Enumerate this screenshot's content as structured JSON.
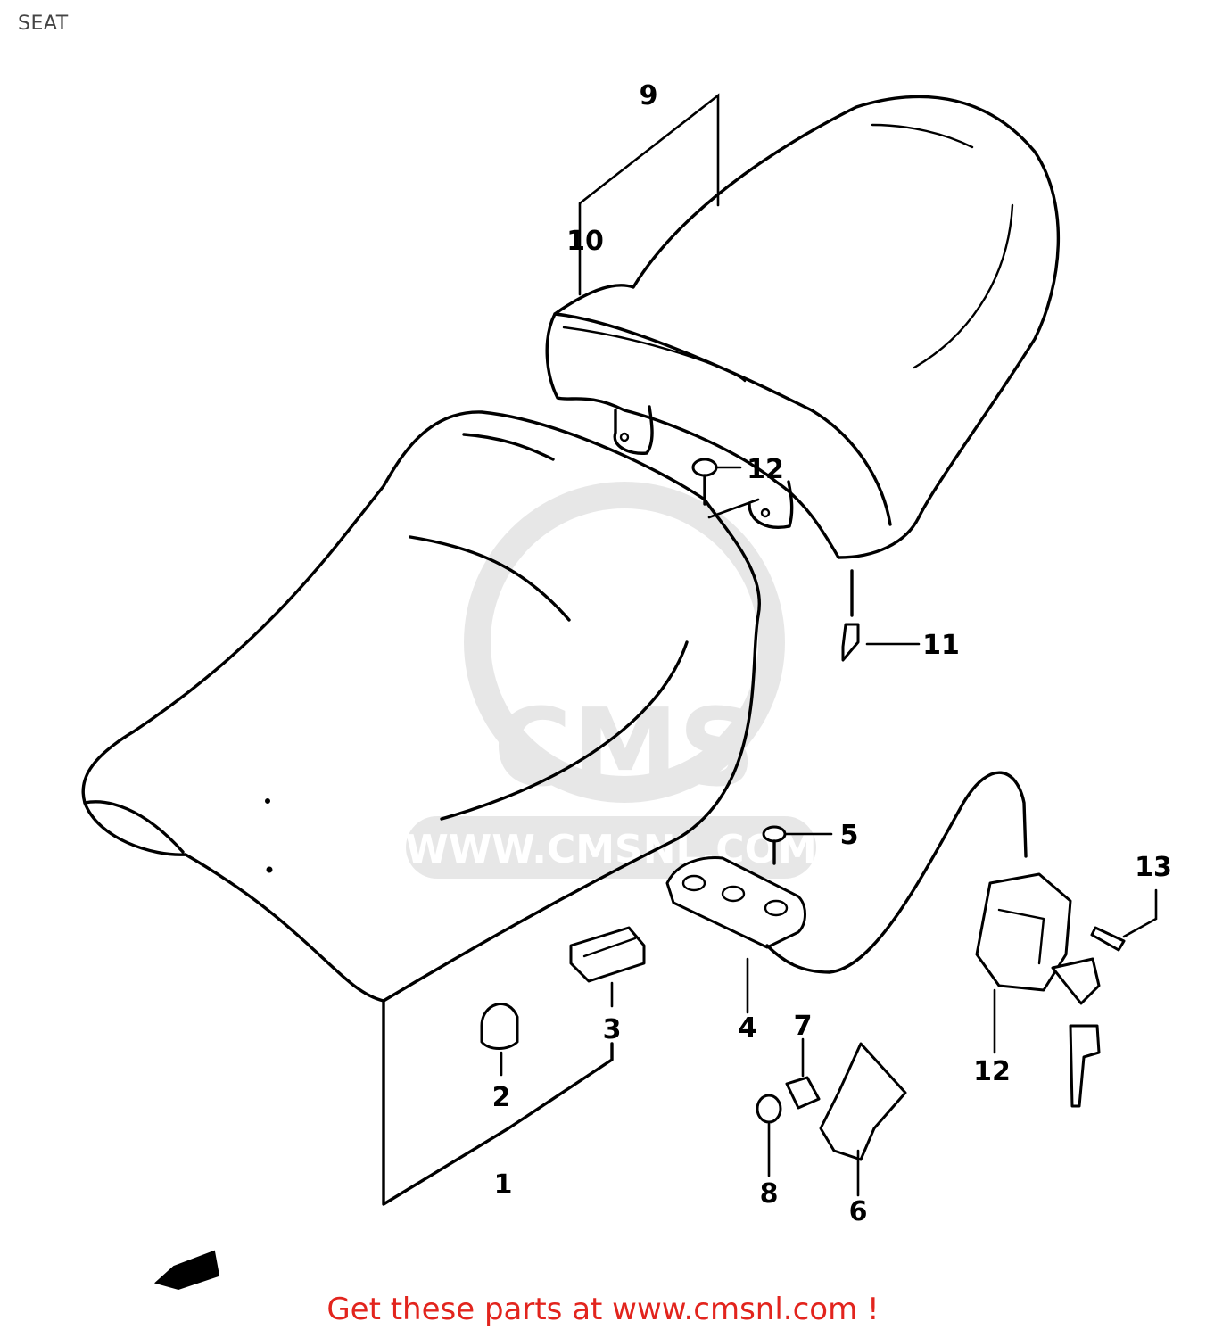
{
  "page": {
    "title": "SEAT"
  },
  "watermark": {
    "brand": "CMS",
    "url": "WWW.CMSNL.COM"
  },
  "parts": [
    {
      "number": "1"
    },
    {
      "number": "2"
    },
    {
      "number": "3"
    },
    {
      "number": "4"
    },
    {
      "number": "5"
    },
    {
      "number": "6"
    },
    {
      "number": "7"
    },
    {
      "number": "8"
    },
    {
      "number": "9"
    },
    {
      "number": "10"
    },
    {
      "number": "11"
    },
    {
      "number": "12"
    },
    {
      "number": "12"
    },
    {
      "number": "13"
    }
  ],
  "footer": {
    "text": "Get these parts at www.cmsnl.com !"
  }
}
